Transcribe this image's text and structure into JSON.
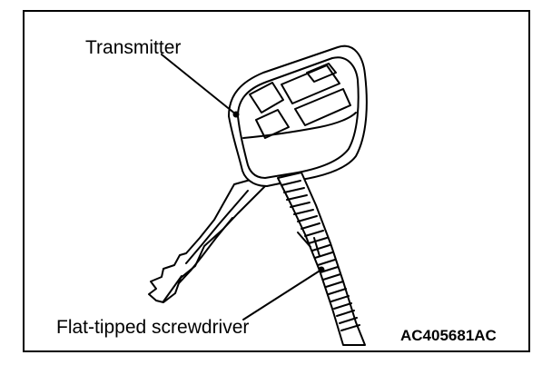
{
  "figure": {
    "labels": {
      "transmitter": "Transmitter",
      "screwdriver": "Flat-tipped screwdriver",
      "figure_code": "AC405681AC"
    }
  }
}
